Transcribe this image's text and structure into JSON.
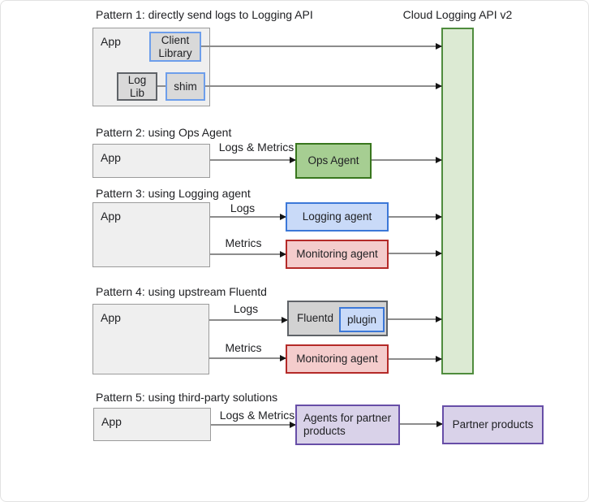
{
  "api": {
    "title": "Cloud Logging API v2"
  },
  "patterns": {
    "p1": {
      "title": "Pattern 1: directly send logs to Logging API",
      "app_label": "App",
      "client_library_label": "Client Library",
      "log_lib_label": "Log Lib",
      "shim_label": "shim"
    },
    "p2": {
      "title": "Pattern 2: using Ops Agent",
      "app_label": "App",
      "edge_label": "Logs & Metrics",
      "ops_agent_label": "Ops Agent"
    },
    "p3": {
      "title": "Pattern 3: using Logging agent",
      "app_label": "App",
      "logs_label": "Logs",
      "metrics_label": "Metrics",
      "logging_agent_label": "Logging agent",
      "monitoring_agent_label": "Monitoring agent"
    },
    "p4": {
      "title": "Pattern 4: using upstream Fluentd",
      "app_label": "App",
      "logs_label": "Logs",
      "metrics_label": "Metrics",
      "fluentd_label": "Fluentd",
      "plugin_label": "plugin",
      "monitoring_agent_label": "Monitoring agent"
    },
    "p5": {
      "title": "Pattern 5: using third-party solutions",
      "app_label": "App",
      "edge_label": "Logs & Metrics",
      "agents_label": "Agents for partner products",
      "partner_label": "Partner products"
    }
  },
  "colors": {
    "text": "#202124",
    "app-fill": "#efefef",
    "app-border": "#9b9b9b",
    "gray-fill": "#d9d9d9",
    "gray-border": "#5f6368",
    "lightblue-border": "#6d9eeb",
    "blue-fill": "#c9daf8",
    "blue-border": "#3c78d8",
    "green-fill": "#a6ce92",
    "green-border": "#38761d",
    "api-fill": "#dcead3",
    "api-border": "#4f8c3d",
    "red-fill": "#f4cccc",
    "red-border": "#b42a28",
    "purple-fill": "#d9d2e9",
    "purple-border": "#674ea7",
    "line": "#8c8c8c",
    "arrow": "#141414",
    "fluentd-fill": "#d2d2d2"
  }
}
